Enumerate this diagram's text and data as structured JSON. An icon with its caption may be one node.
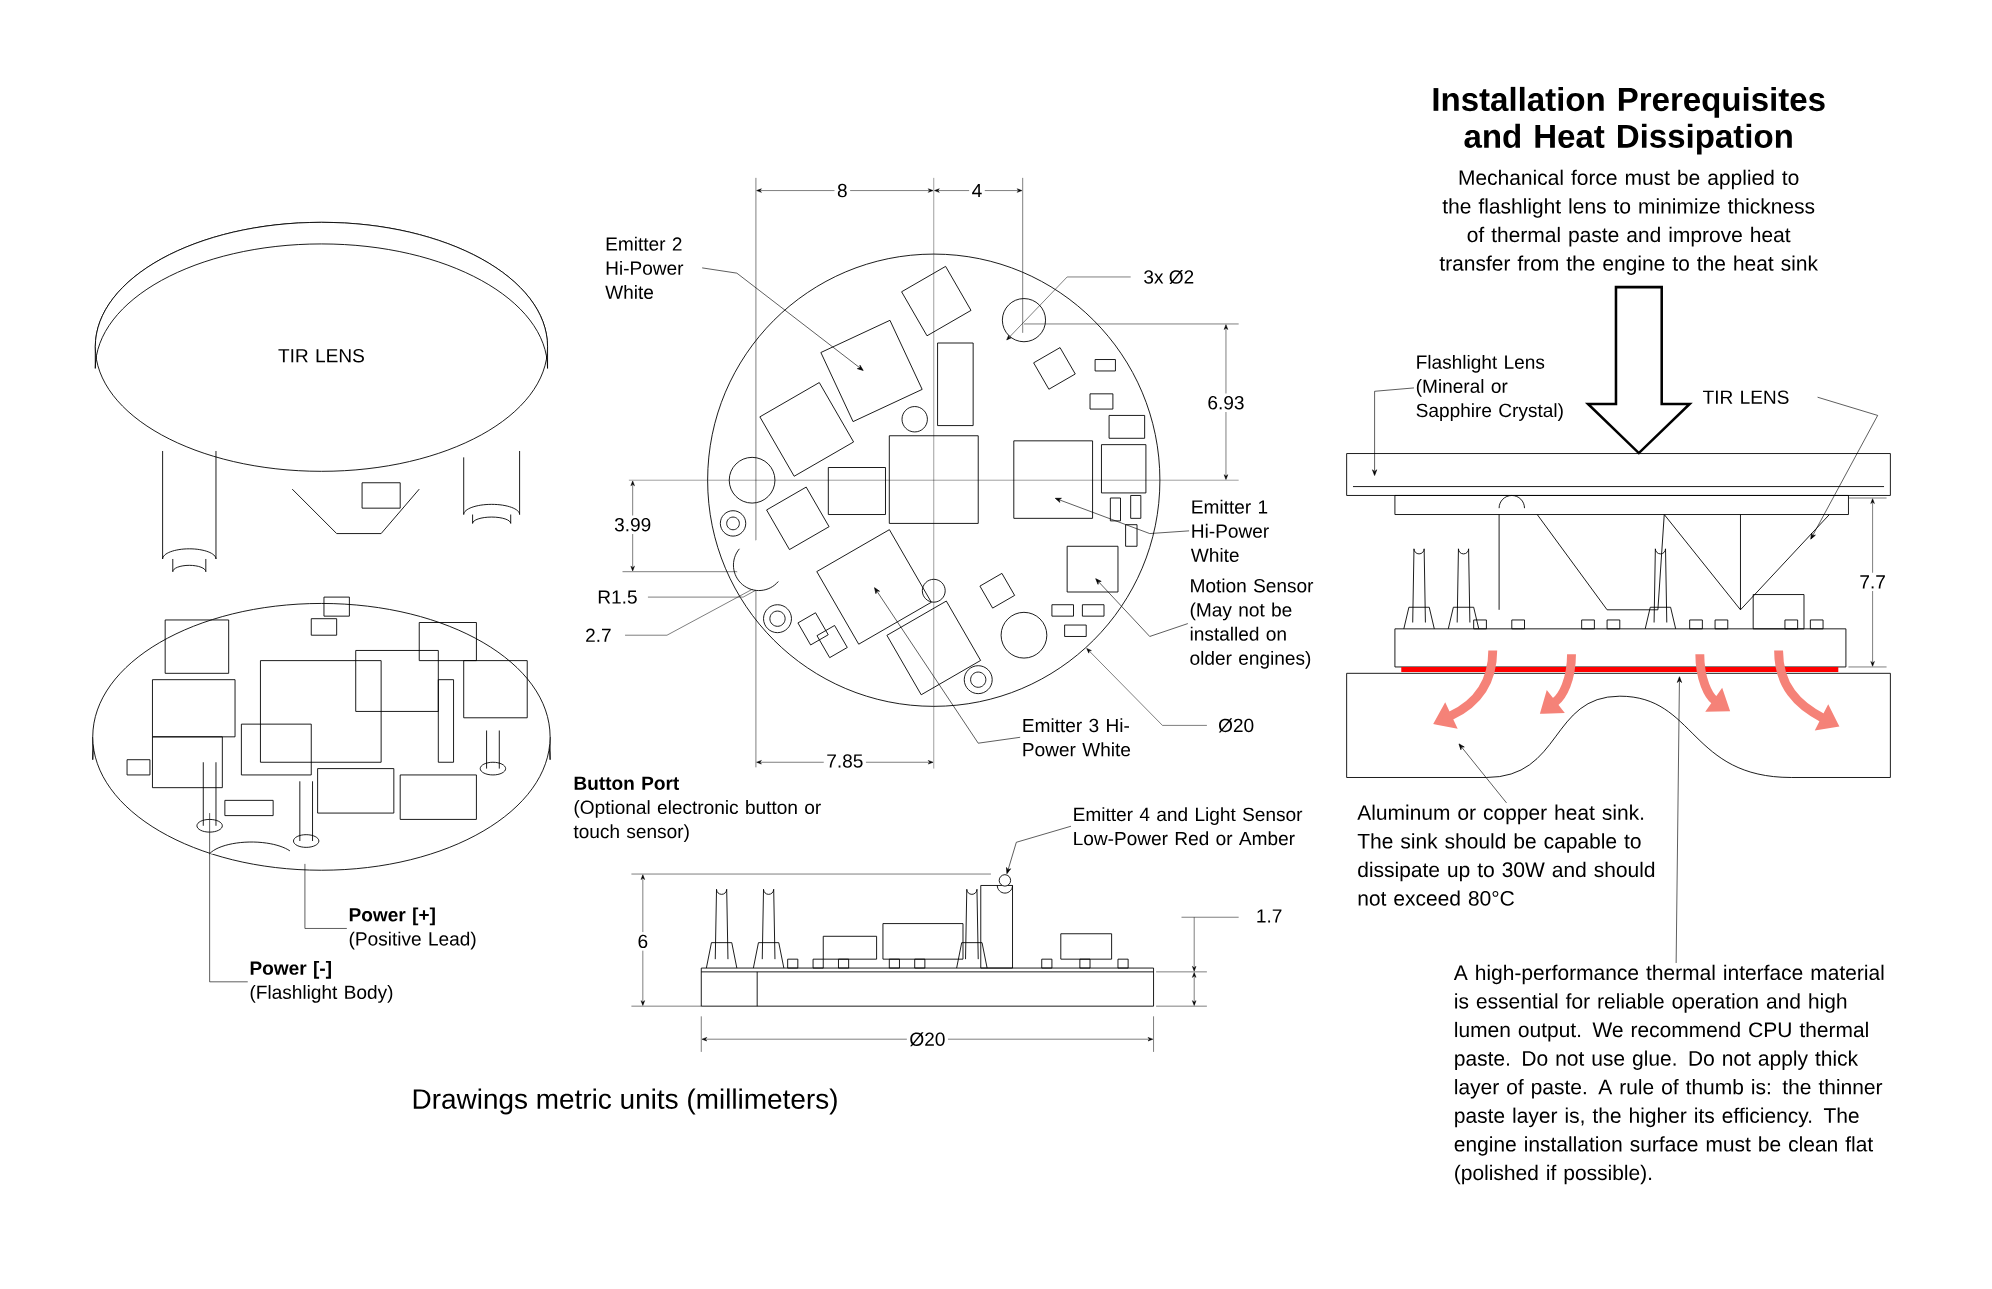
{
  "diagram": {
    "title": "Installation Prerequisites and Heat Dissipation",
    "caption": "Drawings metric units (millimeters)",
    "nodes": [
      {
        "text": [
          "Button Port",
          "(Optional electronic button or touch sensor)"
        ]
      },
      {
        "text": [
          "Power [+]",
          "(Positive Lead)"
        ]
      },
      {
        "text": [
          "Power [-]",
          "(Flashlight Body)"
        ]
      },
      {
        "text": [
          "Emitter 2 Hi-Power White"
        ]
      },
      {
        "text": [
          "Emitter 1 Hi-Power White"
        ]
      },
      {
        "text": [
          "Motion Sensor (May not be installed on older engines)"
        ]
      },
      {
        "text": [
          "Emitter 3 Hi-Power White"
        ]
      },
      {
        "text": [
          "Emitter 4 and Light Sensor Low-Power Red or Amber"
        ]
      },
      {
        "text": [
          "Flashlight Lens (Mineral or Sapphire Crystal)"
        ]
      },
      {
        "text": [
          "TIR LENS"
        ]
      },
      {
        "text": [
          "Aluminum or copper heat sink. The sink should be capable to dissipate up to 30W and should not exceed 80°C"
        ]
      },
      {
        "text": [],
        "shape": "circle"
      },
      {
        "text": [
          "A high-performance thermal interface material is essential for reliable operation and high lumen output. We recommend CPU thermal paste. Do not use glue. Do not apply thick layer of paste. A rule of thumb is: the thinner paste layer is, the higher its efficiency. The engine installation surface must be clean flat (polished if possible)."
        ]
      },
      {
        "text": [],
        "shape": "picture"
      }
    ],
    "edges": [
      {
        "from": 1,
        "to": null,
        "arrow": "none"
      },
      {
        "from": 2,
        "to": null,
        "arrow": "none"
      },
      {
        "from": 3,
        "to": null,
        "arrow": "to"
      },
      {
        "from": 4,
        "to": null,
        "arrow": "to"
      },
      {
        "from": 5,
        "to": null,
        "arrow": "to"
      },
      {
        "from": 6,
        "to": null,
        "arrow": "to"
      },
      {
        "from": 7,
        "to": 11,
        "arrow": "to"
      },
      {
        "from": 8,
        "to": 13,
        "arrow": "to"
      },
      {
        "from": 9,
        "to": 13,
        "arrow": "to"
      },
      {
        "from": 10,
        "to": 13,
        "arrow": "to"
      },
      {
        "from": 12,
        "to": 13,
        "arrow": "to"
      },
      {
        "from": null,
        "to": 13,
        "arrow": "to",
        "style": "thick"
      }
    ],
    "labels": [
      "TIR LENS",
      "8",
      "4",
      "3x Ø2",
      "6.93",
      "3.99",
      "R1.5",
      "2.7",
      "7.85",
      "Ø20",
      "6",
      "1.7",
      "Ø20",
      "7.7",
      "Mechanical force must be applied to the flashlight lens to minimize thickness of thermal paste and improve heat transfer from the engine to the heat sink"
    ]
  }
}
